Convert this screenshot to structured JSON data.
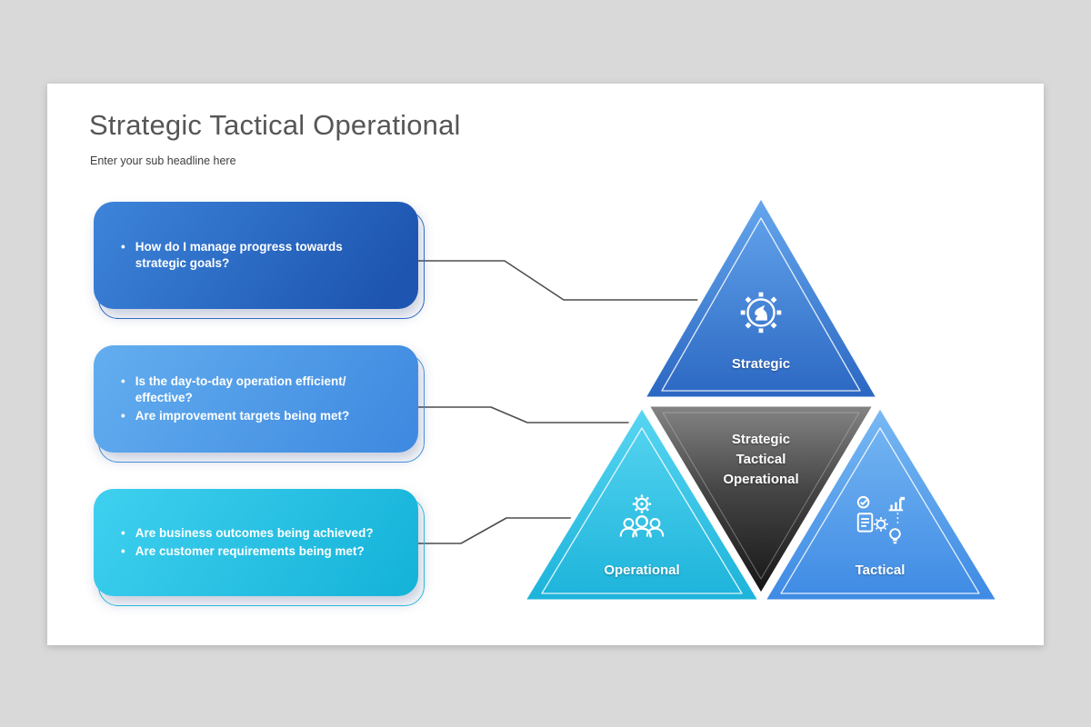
{
  "slide": {
    "title": "Strategic Tactical Operational",
    "subtitle": "Enter your sub headline here"
  },
  "cards": [
    {
      "bullets": [
        "How do I manage progress towards strategic goals?"
      ]
    },
    {
      "bullets": [
        "Is the day-to-day operation efficient/ effective?",
        "Are improvement targets being met?"
      ]
    },
    {
      "bullets": [
        "Are business outcomes being achieved?",
        "Are customer requirements being met?"
      ]
    }
  ],
  "pyramid": {
    "top": {
      "label": "Strategic",
      "icon": "chess-gear-icon"
    },
    "left": {
      "label": "Operational",
      "icon": "team-gear-icon"
    },
    "right": {
      "label": "Tactical",
      "icon": "checklist-chart-icon"
    },
    "center": {
      "lines": [
        "Strategic",
        "Tactical",
        "Operational"
      ]
    }
  },
  "colors": {
    "page_background": "#d9d9d9",
    "slide_background": "#ffffff",
    "title_text": "#565656",
    "card_1_gradient": [
      "#3d85da",
      "#1d55b0"
    ],
    "card_2_gradient": [
      "#63aeef",
      "#3e88e0"
    ],
    "card_3_gradient": [
      "#3fd0ef",
      "#14b2d8"
    ],
    "triangle_top_gradient": [
      "#66a7ee",
      "#2b67c2"
    ],
    "triangle_left_gradient": [
      "#59d6f2",
      "#1cb3da"
    ],
    "triangle_right_gradient": [
      "#79b9f3",
      "#3e8ae4"
    ],
    "triangle_center_gradient": [
      "#7c7c7c",
      "#161616"
    ],
    "connector_line": "#4d4d4d"
  }
}
